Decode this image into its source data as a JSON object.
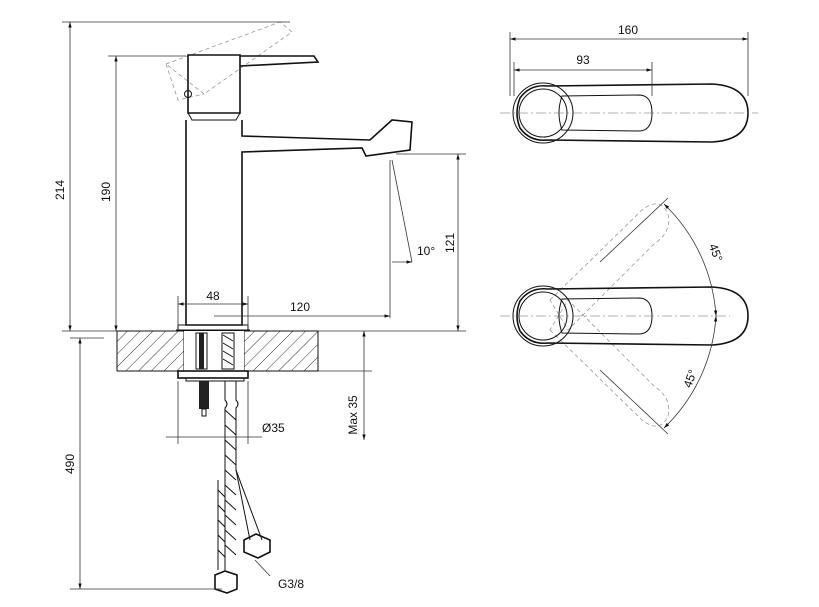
{
  "colors": {
    "line": "#111111",
    "hatch": "#333333",
    "ghost": "#9a9a9a",
    "background": "#ffffff"
  },
  "dimensions": {
    "total_height": "214",
    "spout_height": "190",
    "base_width": "48",
    "spout_reach": "120",
    "spout_clearance": "121",
    "spout_angle": "10°",
    "mounting_depth": "Max 35",
    "hole_diameter": "Ø35",
    "hose_length": "490",
    "thread": "G3/8",
    "top_total_length": "160",
    "top_handle_length": "93",
    "rotation_upper": "45°",
    "rotation_lower": "45°"
  }
}
